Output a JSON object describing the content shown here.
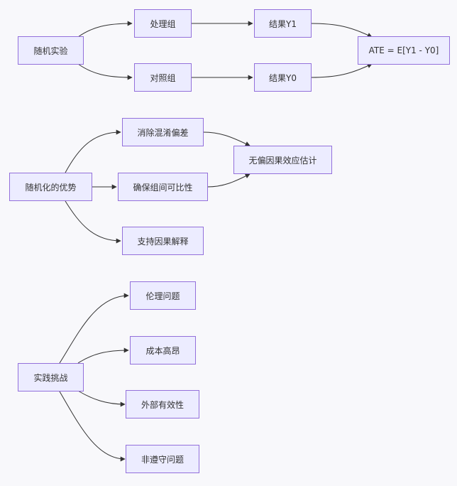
{
  "diagrams": [
    {
      "nodes": {
        "experiment": "随机实验",
        "treatment": "处理组",
        "control": "对照组",
        "result_y1": "结果Y1",
        "result_y0": "结果Y0",
        "ate": "ATE = E[Y1 - Y0]"
      }
    },
    {
      "nodes": {
        "advantages": "随机化的优势",
        "eliminate_confounding": "消除混淆偏差",
        "comparability": "确保组间可比性",
        "causal_interpretation": "支持因果解释",
        "unbiased_estimate": "无偏因果效应估计"
      }
    },
    {
      "nodes": {
        "challenges": "实践挑战",
        "ethics": "伦理问题",
        "high_cost": "成本高昂",
        "external_validity": "外部有效性",
        "non_compliance": "非遵守问题"
      }
    }
  ],
  "colors": {
    "node_fill": "#ececff",
    "node_border": "#9370db",
    "edge": "#333333",
    "background": "#f8f8fb"
  }
}
